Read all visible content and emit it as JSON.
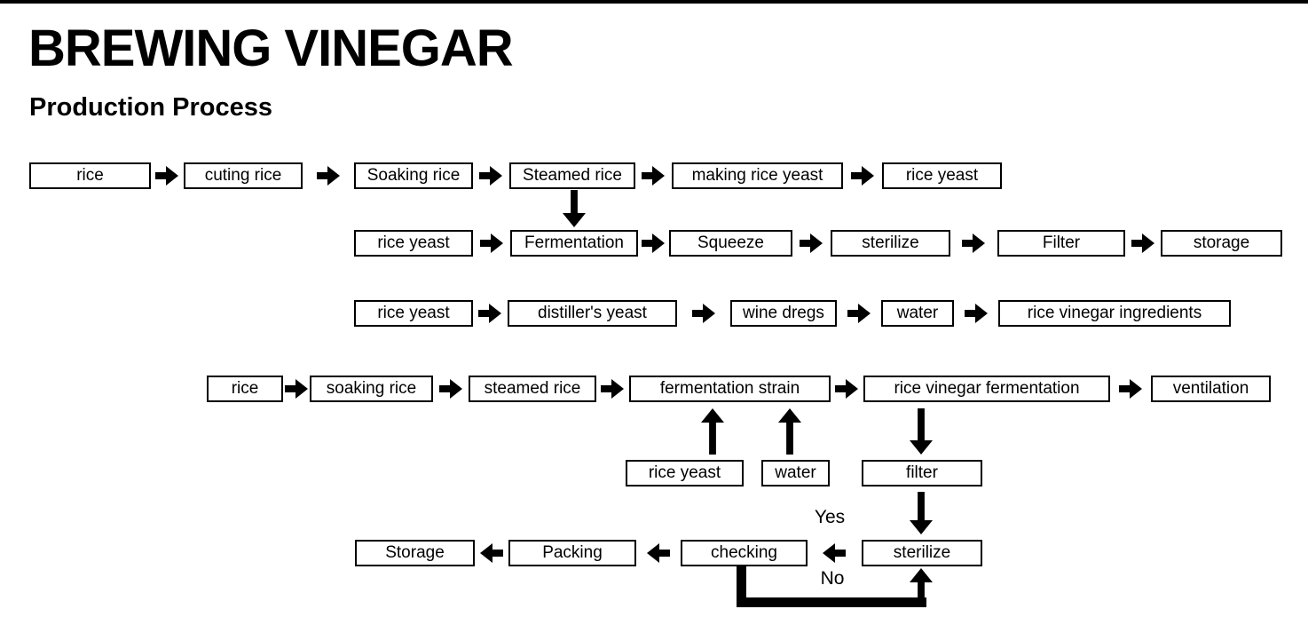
{
  "header": {
    "title": "BREWING VINEGAR",
    "subtitle": "Production Process"
  },
  "colors": {
    "ink": "#000000",
    "background": "#ffffff"
  },
  "flow": {
    "row1": [
      "rice",
      "cuting rice",
      "Soaking rice",
      "Steamed rice",
      "making rice yeast",
      "rice yeast"
    ],
    "row2": [
      "rice yeast",
      "Fermentation",
      "Squeeze",
      "sterilize",
      "Filter",
      "storage"
    ],
    "row3": [
      "rice yeast",
      "distiller's yeast",
      "wine dregs",
      "water",
      "rice vinegar ingredients"
    ],
    "row4": [
      "rice",
      "soaking rice",
      "steamed rice",
      "fermentation strain",
      "rice vinegar fermentation",
      "ventilation"
    ],
    "row5": [
      "rice yeast",
      "water",
      "filter"
    ],
    "row6": [
      "Storage",
      "Packing",
      "checking",
      "sterilize"
    ],
    "labels": {
      "yes": "Yes",
      "no": "No"
    }
  }
}
